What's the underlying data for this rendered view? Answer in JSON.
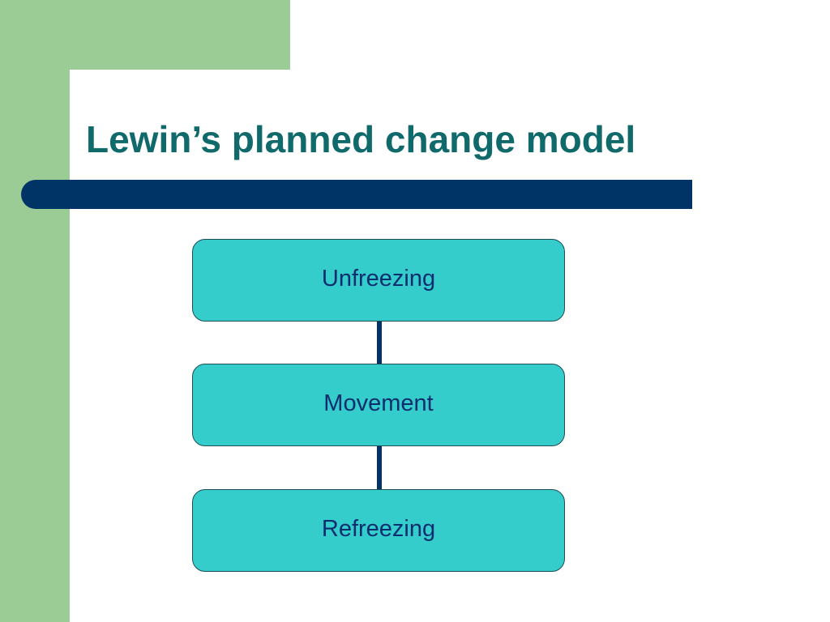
{
  "slide": {
    "title": "Lewin’s planned change model",
    "steps": [
      {
        "label": "Unfreezing"
      },
      {
        "label": "Movement"
      },
      {
        "label": "Refreezing"
      }
    ]
  },
  "colors": {
    "background": "#ffffff",
    "accent_green": "#9ccc95",
    "title_text": "#10696a",
    "title_rule": "#003366",
    "box_fill": "#35cccc",
    "box_border": "#1d4e57",
    "box_text": "#0d2e6e",
    "connector": "#003366"
  }
}
